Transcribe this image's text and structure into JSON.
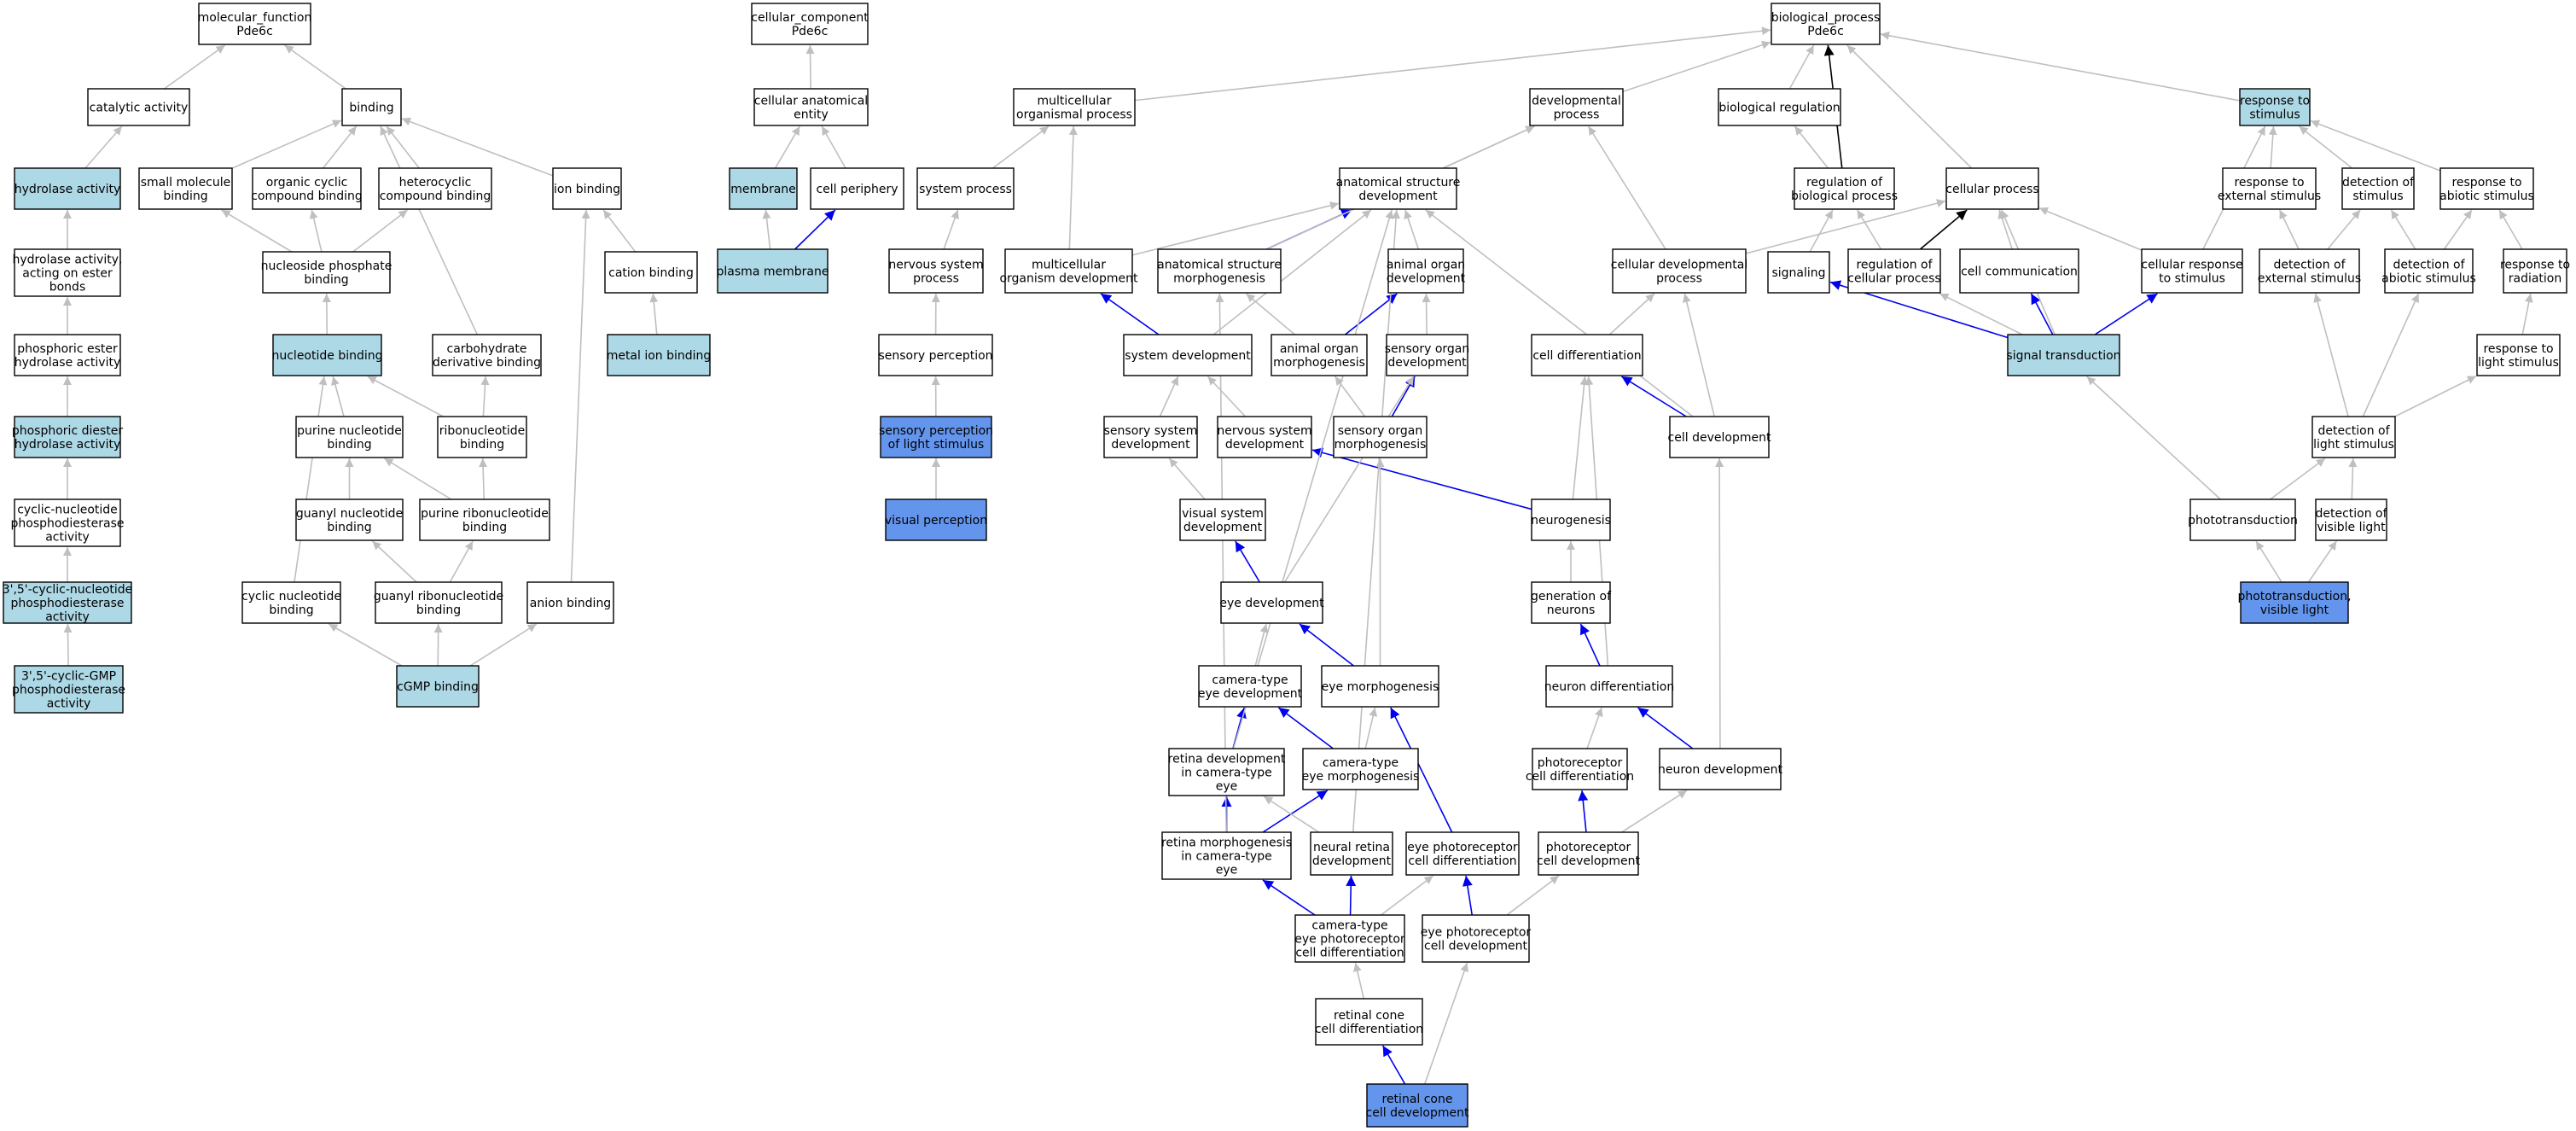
{
  "colors": {
    "plain": "#ffffff",
    "light": "#add8e6",
    "strong": "#6495ed",
    "edge_gray": "#bfbfbf",
    "edge_blue": "#0000ee",
    "edge_black": "#000000"
  },
  "nodes": [
    {
      "id": "mf",
      "lines": [
        "molecular_function",
        "Pde6c"
      ],
      "fill": "plain"
    },
    {
      "id": "catalytic",
      "lines": [
        "catalytic activity"
      ],
      "fill": "plain"
    },
    {
      "id": "binding",
      "lines": [
        "binding"
      ],
      "fill": "plain"
    },
    {
      "id": "hydrolase",
      "lines": [
        "hydrolase activity"
      ],
      "fill": "light"
    },
    {
      "id": "smallmol",
      "lines": [
        "small molecule",
        "binding"
      ],
      "fill": "plain"
    },
    {
      "id": "orgcyc",
      "lines": [
        "organic cyclic",
        "compound binding"
      ],
      "fill": "plain"
    },
    {
      "id": "hetero",
      "lines": [
        "heterocyclic",
        "compound binding"
      ],
      "fill": "plain"
    },
    {
      "id": "ionbind",
      "lines": [
        "ion binding"
      ],
      "fill": "plain"
    },
    {
      "id": "hydro_ester",
      "lines": [
        "hydrolase activity,",
        "acting on ester",
        "bonds"
      ],
      "fill": "plain"
    },
    {
      "id": "nucphos",
      "lines": [
        "nucleoside phosphate",
        "binding"
      ],
      "fill": "plain"
    },
    {
      "id": "cation",
      "lines": [
        "cation binding"
      ],
      "fill": "plain"
    },
    {
      "id": "phosester",
      "lines": [
        "phosphoric ester",
        "hydrolase activity"
      ],
      "fill": "plain"
    },
    {
      "id": "nucbind",
      "lines": [
        "nucleotide binding"
      ],
      "fill": "light"
    },
    {
      "id": "carbo",
      "lines": [
        "carbohydrate",
        "derivative binding"
      ],
      "fill": "plain"
    },
    {
      "id": "metalion",
      "lines": [
        "metal ion binding"
      ],
      "fill": "light"
    },
    {
      "id": "phosdiester",
      "lines": [
        "phosphoric diester",
        "hydrolase activity"
      ],
      "fill": "light"
    },
    {
      "id": "purnuc",
      "lines": [
        "purine nucleotide",
        "binding"
      ],
      "fill": "plain"
    },
    {
      "id": "ribonuc",
      "lines": [
        "ribonucleotide",
        "binding"
      ],
      "fill": "plain"
    },
    {
      "id": "cycpde",
      "lines": [
        "cyclic-nucleotide",
        "phosphodiesterase",
        "activity"
      ],
      "fill": "plain"
    },
    {
      "id": "guanylnuc",
      "lines": [
        "guanyl nucleotide",
        "binding"
      ],
      "fill": "plain"
    },
    {
      "id": "purribo",
      "lines": [
        "purine ribonucleotide",
        "binding"
      ],
      "fill": "plain"
    },
    {
      "id": "pde35",
      "lines": [
        "3',5'-cyclic-nucleotide",
        "phosphodiesterase",
        "activity"
      ],
      "fill": "light"
    },
    {
      "id": "cycnuc",
      "lines": [
        "cyclic nucleotide",
        "binding"
      ],
      "fill": "plain"
    },
    {
      "id": "guanylribo",
      "lines": [
        "guanyl ribonucleotide",
        "binding"
      ],
      "fill": "plain"
    },
    {
      "id": "anion",
      "lines": [
        "anion binding"
      ],
      "fill": "plain"
    },
    {
      "id": "cgmppde",
      "lines": [
        "3',5'-cyclic-GMP",
        "phosphodiesterase",
        "activity"
      ],
      "fill": "light"
    },
    {
      "id": "cgmp",
      "lines": [
        "cGMP binding"
      ],
      "fill": "light"
    },
    {
      "id": "cc",
      "lines": [
        "cellular_component",
        "Pde6c"
      ],
      "fill": "plain"
    },
    {
      "id": "cae",
      "lines": [
        "cellular anatomical",
        "entity"
      ],
      "fill": "plain"
    },
    {
      "id": "membrane",
      "lines": [
        "membrane"
      ],
      "fill": "light"
    },
    {
      "id": "periphery",
      "lines": [
        "cell periphery"
      ],
      "fill": "plain"
    },
    {
      "id": "plasma",
      "lines": [
        "plasma membrane"
      ],
      "fill": "light"
    },
    {
      "id": "bp",
      "lines": [
        "biological_process",
        "Pde6c"
      ],
      "fill": "plain"
    },
    {
      "id": "multiorg",
      "lines": [
        "multicellular",
        "organismal process"
      ],
      "fill": "plain"
    },
    {
      "id": "devproc",
      "lines": [
        "developmental",
        "process"
      ],
      "fill": "plain"
    },
    {
      "id": "bioreg",
      "lines": [
        "biological regulation"
      ],
      "fill": "plain"
    },
    {
      "id": "resp",
      "lines": [
        "response to",
        "stimulus"
      ],
      "fill": "light"
    },
    {
      "id": "sysproc",
      "lines": [
        "system process"
      ],
      "fill": "plain"
    },
    {
      "id": "asd",
      "lines": [
        "anatomical structure",
        "development"
      ],
      "fill": "plain"
    },
    {
      "id": "regbio",
      "lines": [
        "regulation of",
        "biological process"
      ],
      "fill": "plain"
    },
    {
      "id": "cellproc",
      "lines": [
        "cellular process"
      ],
      "fill": "plain"
    },
    {
      "id": "respext",
      "lines": [
        "response to",
        "external stimulus"
      ],
      "fill": "plain"
    },
    {
      "id": "detstim",
      "lines": [
        "detection of",
        "stimulus"
      ],
      "fill": "plain"
    },
    {
      "id": "respabi",
      "lines": [
        "response to",
        "abiotic stimulus"
      ],
      "fill": "plain"
    },
    {
      "id": "nsproc",
      "lines": [
        "nervous system",
        "process"
      ],
      "fill": "plain"
    },
    {
      "id": "multidev",
      "lines": [
        "multicellular",
        "organism development"
      ],
      "fill": "plain"
    },
    {
      "id": "asm",
      "lines": [
        "anatomical structure",
        "morphogenesis"
      ],
      "fill": "plain"
    },
    {
      "id": "aod",
      "lines": [
        "animal organ",
        "development"
      ],
      "fill": "plain"
    },
    {
      "id": "celldevproc",
      "lines": [
        "cellular developmental",
        "process"
      ],
      "fill": "plain"
    },
    {
      "id": "signaling",
      "lines": [
        "signaling"
      ],
      "fill": "plain"
    },
    {
      "id": "regcell",
      "lines": [
        "regulation of",
        "cellular process"
      ],
      "fill": "plain"
    },
    {
      "id": "cellcomm",
      "lines": [
        "cell communication"
      ],
      "fill": "plain"
    },
    {
      "id": "cellresp",
      "lines": [
        "cellular response",
        "to stimulus"
      ],
      "fill": "plain"
    },
    {
      "id": "detext",
      "lines": [
        "detection of",
        "external stimulus"
      ],
      "fill": "plain"
    },
    {
      "id": "detabi",
      "lines": [
        "detection of",
        "abiotic stimulus"
      ],
      "fill": "plain"
    },
    {
      "id": "resprad",
      "lines": [
        "response to",
        "radiation"
      ],
      "fill": "plain"
    },
    {
      "id": "sensperc",
      "lines": [
        "sensory perception"
      ],
      "fill": "plain"
    },
    {
      "id": "sysdev",
      "lines": [
        "system development"
      ],
      "fill": "plain"
    },
    {
      "id": "aom",
      "lines": [
        "animal organ",
        "morphogenesis"
      ],
      "fill": "plain"
    },
    {
      "id": "sod",
      "lines": [
        "sensory organ",
        "development"
      ],
      "fill": "plain"
    },
    {
      "id": "celldiff",
      "lines": [
        "cell differentiation"
      ],
      "fill": "plain"
    },
    {
      "id": "sigtrans",
      "lines": [
        "signal transduction"
      ],
      "fill": "light"
    },
    {
      "id": "resplight",
      "lines": [
        "response to",
        "light stimulus"
      ],
      "fill": "plain"
    },
    {
      "id": "sensplight",
      "lines": [
        "sensory perception",
        "of light stimulus"
      ],
      "fill": "strong"
    },
    {
      "id": "sssd",
      "lines": [
        "sensory system",
        "development"
      ],
      "fill": "plain"
    },
    {
      "id": "nsd",
      "lines": [
        "nervous system",
        "development"
      ],
      "fill": "plain"
    },
    {
      "id": "som",
      "lines": [
        "sensory organ",
        "morphogenesis"
      ],
      "fill": "plain"
    },
    {
      "id": "celldev",
      "lines": [
        "cell development"
      ],
      "fill": "plain"
    },
    {
      "id": "detlight",
      "lines": [
        "detection of",
        "light stimulus"
      ],
      "fill": "plain"
    },
    {
      "id": "visperc",
      "lines": [
        "visual perception"
      ],
      "fill": "strong"
    },
    {
      "id": "vsd",
      "lines": [
        "visual system",
        "development"
      ],
      "fill": "plain"
    },
    {
      "id": "neurogen",
      "lines": [
        "neurogenesis"
      ],
      "fill": "plain"
    },
    {
      "id": "phototrans",
      "lines": [
        "phototransduction"
      ],
      "fill": "plain"
    },
    {
      "id": "detvis",
      "lines": [
        "detection of",
        "visible light"
      ],
      "fill": "plain"
    },
    {
      "id": "eyedev",
      "lines": [
        "eye development"
      ],
      "fill": "plain"
    },
    {
      "id": "genneur",
      "lines": [
        "generation of",
        "neurons"
      ],
      "fill": "plain"
    },
    {
      "id": "photovis",
      "lines": [
        "phototransduction,",
        "visible light"
      ],
      "fill": "strong"
    },
    {
      "id": "cted",
      "lines": [
        "camera-type",
        "eye development"
      ],
      "fill": "plain"
    },
    {
      "id": "eyemorph",
      "lines": [
        "eye morphogenesis"
      ],
      "fill": "plain"
    },
    {
      "id": "neurdiff",
      "lines": [
        "neuron differentiation"
      ],
      "fill": "plain"
    },
    {
      "id": "retdev",
      "lines": [
        "retina development",
        "in camera-type",
        "eye"
      ],
      "fill": "plain"
    },
    {
      "id": "ctem",
      "lines": [
        "camera-type",
        "eye morphogenesis"
      ],
      "fill": "plain"
    },
    {
      "id": "photodiff",
      "lines": [
        "photoreceptor",
        "cell differentiation"
      ],
      "fill": "plain"
    },
    {
      "id": "neurdev",
      "lines": [
        "neuron development"
      ],
      "fill": "plain"
    },
    {
      "id": "retmorph",
      "lines": [
        "retina morphogenesis",
        "in camera-type",
        "eye"
      ],
      "fill": "plain"
    },
    {
      "id": "neuralret",
      "lines": [
        "neural retina",
        "development"
      ],
      "fill": "plain"
    },
    {
      "id": "eyephotodiff",
      "lines": [
        "eye photoreceptor",
        "cell differentiation"
      ],
      "fill": "plain"
    },
    {
      "id": "photodev",
      "lines": [
        "photoreceptor",
        "cell development"
      ],
      "fill": "plain"
    },
    {
      "id": "ctephotodiff",
      "lines": [
        "camera-type",
        "eye photoreceptor",
        "cell differentiation"
      ],
      "fill": "plain"
    },
    {
      "id": "eyephotodev",
      "lines": [
        "eye photoreceptor",
        "cell development"
      ],
      "fill": "plain"
    },
    {
      "id": "rcdiff",
      "lines": [
        "retinal cone",
        "cell differentiation"
      ],
      "fill": "plain"
    },
    {
      "id": "rcdev",
      "lines": [
        "retinal cone",
        "cell development"
      ],
      "fill": "strong"
    }
  ],
  "edges": [
    [
      "catalytic",
      "mf",
      "gray"
    ],
    [
      "binding",
      "mf",
      "gray"
    ],
    [
      "hydrolase",
      "catalytic",
      "gray"
    ],
    [
      "smallmol",
      "binding",
      "gray"
    ],
    [
      "orgcyc",
      "binding",
      "gray"
    ],
    [
      "hetero",
      "binding",
      "gray"
    ],
    [
      "ionbind",
      "binding",
      "gray"
    ],
    [
      "hydro_ester",
      "hydrolase",
      "gray"
    ],
    [
      "nucphos",
      "smallmol",
      "gray"
    ],
    [
      "nucphos",
      "orgcyc",
      "gray"
    ],
    [
      "nucphos",
      "hetero",
      "gray"
    ],
    [
      "cation",
      "ionbind",
      "gray"
    ],
    [
      "phosester",
      "hydro_ester",
      "gray"
    ],
    [
      "nucbind",
      "nucphos",
      "gray"
    ],
    [
      "carbo",
      "binding",
      "gray"
    ],
    [
      "metalion",
      "cation",
      "gray"
    ],
    [
      "phosdiester",
      "phosester",
      "gray"
    ],
    [
      "purnuc",
      "nucbind",
      "gray"
    ],
    [
      "ribonuc",
      "nucbind",
      "gray"
    ],
    [
      "ribonuc",
      "carbo",
      "gray"
    ],
    [
      "cycpde",
      "phosdiester",
      "gray"
    ],
    [
      "guanylnuc",
      "purnuc",
      "gray"
    ],
    [
      "purribo",
      "purnuc",
      "gray"
    ],
    [
      "purribo",
      "ribonuc",
      "gray"
    ],
    [
      "pde35",
      "cycpde",
      "gray"
    ],
    [
      "cycnuc",
      "nucbind",
      "gray"
    ],
    [
      "guanylribo",
      "guanylnuc",
      "gray"
    ],
    [
      "guanylribo",
      "purribo",
      "gray"
    ],
    [
      "anion",
      "ionbind",
      "gray"
    ],
    [
      "cgmppde",
      "pde35",
      "gray"
    ],
    [
      "cgmp",
      "cycnuc",
      "gray"
    ],
    [
      "cgmp",
      "guanylribo",
      "gray"
    ],
    [
      "cgmp",
      "anion",
      "gray"
    ],
    [
      "cae",
      "cc",
      "gray"
    ],
    [
      "membrane",
      "cae",
      "gray"
    ],
    [
      "periphery",
      "cae",
      "gray"
    ],
    [
      "plasma",
      "membrane",
      "gray"
    ],
    [
      "plasma",
      "periphery",
      "blue"
    ],
    [
      "multiorg",
      "bp",
      "gray"
    ],
    [
      "devproc",
      "bp",
      "gray"
    ],
    [
      "bioreg",
      "bp",
      "gray"
    ],
    [
      "resp",
      "bp",
      "gray"
    ],
    [
      "sysproc",
      "multiorg",
      "gray"
    ],
    [
      "asd",
      "devproc",
      "gray"
    ],
    [
      "regbio",
      "bioreg",
      "gray"
    ],
    [
      "regbio",
      "bp",
      "black"
    ],
    [
      "cellproc",
      "bp",
      "gray"
    ],
    [
      "respext",
      "resp",
      "gray"
    ],
    [
      "detstim",
      "resp",
      "gray"
    ],
    [
      "respabi",
      "resp",
      "gray"
    ],
    [
      "nsproc",
      "sysproc",
      "gray"
    ],
    [
      "multidev",
      "multiorg",
      "gray"
    ],
    [
      "multidev",
      "asd",
      "gray"
    ],
    [
      "asm",
      "asd",
      "blue"
    ],
    [
      "asm",
      "devproc",
      "gray"
    ],
    [
      "aod",
      "asd",
      "gray"
    ],
    [
      "celldevproc",
      "devproc",
      "gray"
    ],
    [
      "celldevproc",
      "cellproc",
      "gray"
    ],
    [
      "signaling",
      "regbio",
      "gray"
    ],
    [
      "regcell",
      "regbio",
      "gray"
    ],
    [
      "regcell",
      "cellproc",
      "black"
    ],
    [
      "cellcomm",
      "cellproc",
      "gray"
    ],
    [
      "cellresp",
      "cellproc",
      "gray"
    ],
    [
      "cellresp",
      "resp",
      "gray"
    ],
    [
      "detext",
      "respext",
      "gray"
    ],
    [
      "detext",
      "detstim",
      "gray"
    ],
    [
      "detabi",
      "detstim",
      "gray"
    ],
    [
      "detabi",
      "respabi",
      "gray"
    ],
    [
      "resprad",
      "respabi",
      "gray"
    ],
    [
      "sensperc",
      "nsproc",
      "gray"
    ],
    [
      "sysdev",
      "multidev",
      "blue"
    ],
    [
      "sysdev",
      "asd",
      "gray"
    ],
    [
      "aom",
      "aod",
      "blue"
    ],
    [
      "aom",
      "asm",
      "gray"
    ],
    [
      "sod",
      "aod",
      "gray"
    ],
    [
      "celldiff",
      "celldevproc",
      "gray"
    ],
    [
      "sigtrans",
      "signaling",
      "blue"
    ],
    [
      "sigtrans",
      "cellresp",
      "blue"
    ],
    [
      "sigtrans",
      "cellcomm",
      "blue"
    ],
    [
      "sigtrans",
      "regcell",
      "gray"
    ],
    [
      "sigtrans",
      "cellproc",
      "gray"
    ],
    [
      "resplight",
      "resprad",
      "gray"
    ],
    [
      "sensplight",
      "sensperc",
      "gray"
    ],
    [
      "sssd",
      "sysdev",
      "gray"
    ],
    [
      "nsd",
      "sysdev",
      "gray"
    ],
    [
      "som",
      "sod",
      "blue"
    ],
    [
      "som",
      "aom",
      "gray"
    ],
    [
      "celldev",
      "celldiff",
      "blue"
    ],
    [
      "celldev",
      "celldevproc",
      "gray"
    ],
    [
      "celldev",
      "asd",
      "gray"
    ],
    [
      "detlight",
      "resplight",
      "gray"
    ],
    [
      "detlight",
      "detext",
      "gray"
    ],
    [
      "detlight",
      "detabi",
      "gray"
    ],
    [
      "visperc",
      "sensplight",
      "gray"
    ],
    [
      "vsd",
      "sssd",
      "gray"
    ],
    [
      "neurogen",
      "nsd",
      "blue"
    ],
    [
      "neurogen",
      "celldiff",
      "gray"
    ],
    [
      "phototrans",
      "sigtrans",
      "gray"
    ],
    [
      "phototrans",
      "detlight",
      "gray"
    ],
    [
      "detvis",
      "detlight",
      "gray"
    ],
    [
      "eyedev",
      "vsd",
      "blue"
    ],
    [
      "eyedev",
      "sod",
      "gray"
    ],
    [
      "genneur",
      "neurogen",
      "gray"
    ],
    [
      "photovis",
      "phototrans",
      "gray"
    ],
    [
      "photovis",
      "detvis",
      "gray"
    ],
    [
      "cted",
      "eyedev",
      "gray"
    ],
    [
      "eyemorph",
      "eyedev",
      "blue"
    ],
    [
      "eyemorph",
      "som",
      "gray"
    ],
    [
      "neurdiff",
      "genneur",
      "blue"
    ],
    [
      "neurdiff",
      "celldiff",
      "gray"
    ],
    [
      "retdev",
      "cted",
      "blue"
    ],
    [
      "retdev",
      "asd",
      "gray"
    ],
    [
      "ctem",
      "cted",
      "blue"
    ],
    [
      "ctem",
      "eyemorph",
      "gray"
    ],
    [
      "photodiff",
      "neurdiff",
      "gray"
    ],
    [
      "neurdev",
      "neurdiff",
      "blue"
    ],
    [
      "neurdev",
      "celldev",
      "gray"
    ],
    [
      "retmorph",
      "retdev",
      "blue"
    ],
    [
      "retmorph",
      "ctem",
      "blue"
    ],
    [
      "retmorph",
      "asm",
      "gray"
    ],
    [
      "neuralret",
      "retdev",
      "gray"
    ],
    [
      "neuralret",
      "asd",
      "gray"
    ],
    [
      "eyephotodiff",
      "eyemorph",
      "blue"
    ],
    [
      "photodev",
      "photodiff",
      "blue"
    ],
    [
      "photodev",
      "neurdev",
      "gray"
    ],
    [
      "ctephotodiff",
      "retmorph",
      "blue"
    ],
    [
      "ctephotodiff",
      "neuralret",
      "blue"
    ],
    [
      "ctephotodiff",
      "eyephotodiff",
      "gray"
    ],
    [
      "eyephotodev",
      "eyephotodiff",
      "blue"
    ],
    [
      "eyephotodev",
      "photodev",
      "gray"
    ],
    [
      "rcdiff",
      "ctephotodiff",
      "gray"
    ],
    [
      "rcdev",
      "rcdiff",
      "blue"
    ],
    [
      "rcdev",
      "eyephotodev",
      "gray"
    ]
  ]
}
